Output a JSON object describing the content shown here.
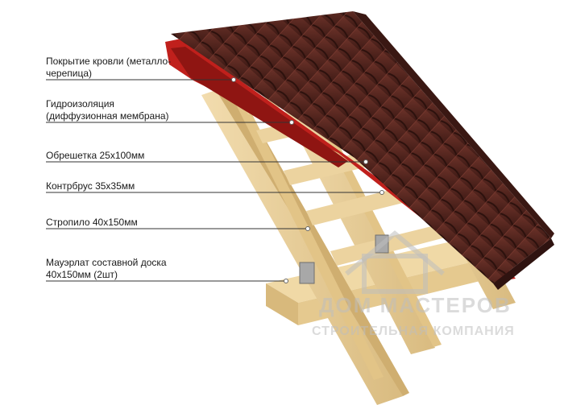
{
  "labels": {
    "roof_cover": [
      "Покрытие кровли (металло-",
      "черепица)"
    ],
    "membrane": [
      "Гидроизоляция",
      "(диффузионная мембрана)"
    ],
    "batten": "Обрешетка 25х100мм",
    "counter_batten": "Контрбрус 35х35мм",
    "rafter": "Стропило 40х150мм",
    "mauerlat": [
      "Мауэрлат составной доска",
      "40х150мм (2шт)"
    ]
  },
  "watermark": {
    "company": "ДОМ МАСТЕРОВ",
    "tagline": "СТРОИТЕЛЬНАЯ КОМПАНИЯ"
  },
  "colors": {
    "roof": "#5a2a22",
    "membrane": "#c0201c",
    "wood": "#e8cf98",
    "bracket": "#a8a8a8"
  }
}
